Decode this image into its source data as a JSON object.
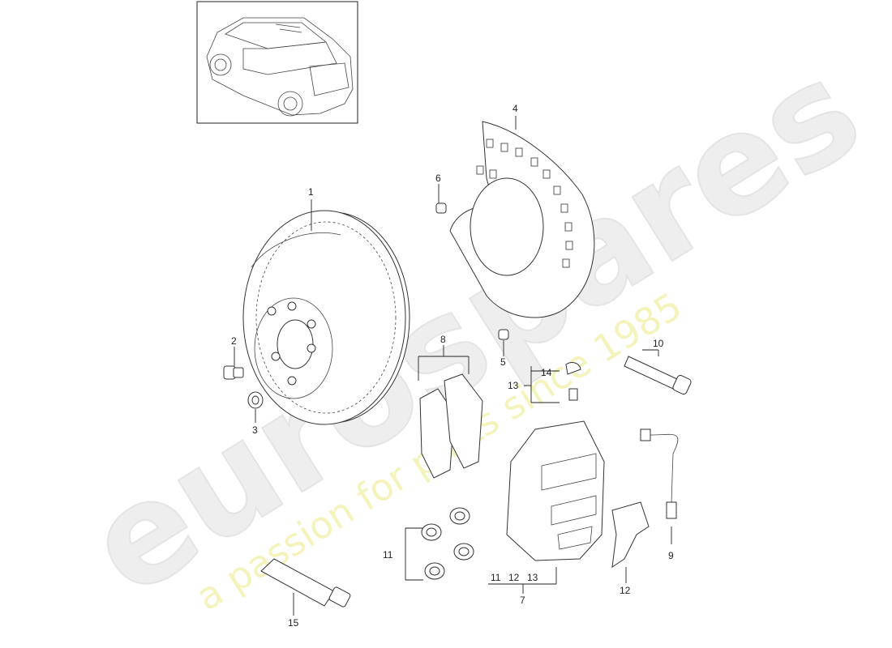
{
  "watermark": {
    "brand": "eurospares",
    "tagline": "a passion for parts since 1985"
  },
  "callouts": {
    "c1": "1",
    "c2": "2",
    "c3": "3",
    "c4": "4",
    "c5": "5",
    "c6": "6",
    "c7": "7",
    "c8": "8",
    "c9": "9",
    "c10": "10",
    "c11": "11",
    "c12": "12",
    "c13": "13",
    "c14": "14",
    "c15": "15",
    "caliper_group": [
      "11",
      "12",
      "13"
    ]
  },
  "icons": {
    "vehicle": "suv-thumbnail-icon",
    "disc": "brake-disc-icon",
    "shield": "splash-shield-icon",
    "pads": "brake-pad-icon",
    "caliper": "brake-caliper-icon",
    "sensor": "wear-sensor-icon",
    "tube": "grease-tube-icon"
  }
}
